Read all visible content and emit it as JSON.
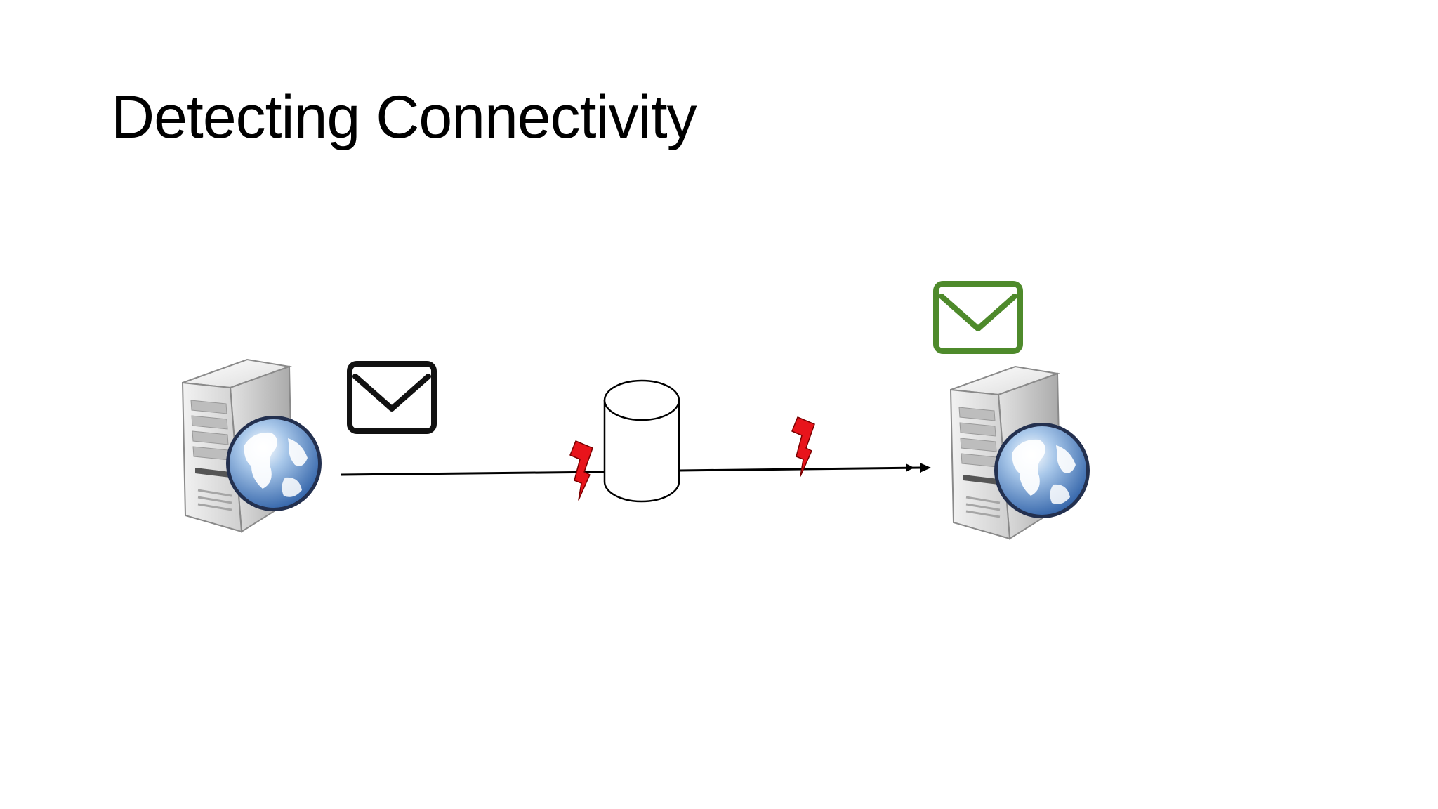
{
  "slide": {
    "title": "Detecting Connectivity"
  },
  "diagram": {
    "nodes": [
      {
        "id": "sender-server",
        "icon": "web-server-icon"
      },
      {
        "id": "middlebox",
        "icon": "database-cylinder-icon"
      },
      {
        "id": "receiver-server",
        "icon": "web-server-icon"
      }
    ],
    "messages": [
      {
        "id": "sent-message",
        "icon": "envelope-icon",
        "color": "#111111"
      },
      {
        "id": "received-message",
        "icon": "envelope-icon",
        "color": "#4e8a2b"
      }
    ],
    "failure_markers": [
      {
        "id": "failure-left",
        "icon": "lightning-bolt-icon",
        "color": "#e8141b"
      },
      {
        "id": "failure-right",
        "icon": "lightning-bolt-icon",
        "color": "#e8141b"
      }
    ],
    "colors": {
      "line": "#000000",
      "server_body": "#d4d4d4",
      "globe": "#3a78c2"
    }
  }
}
